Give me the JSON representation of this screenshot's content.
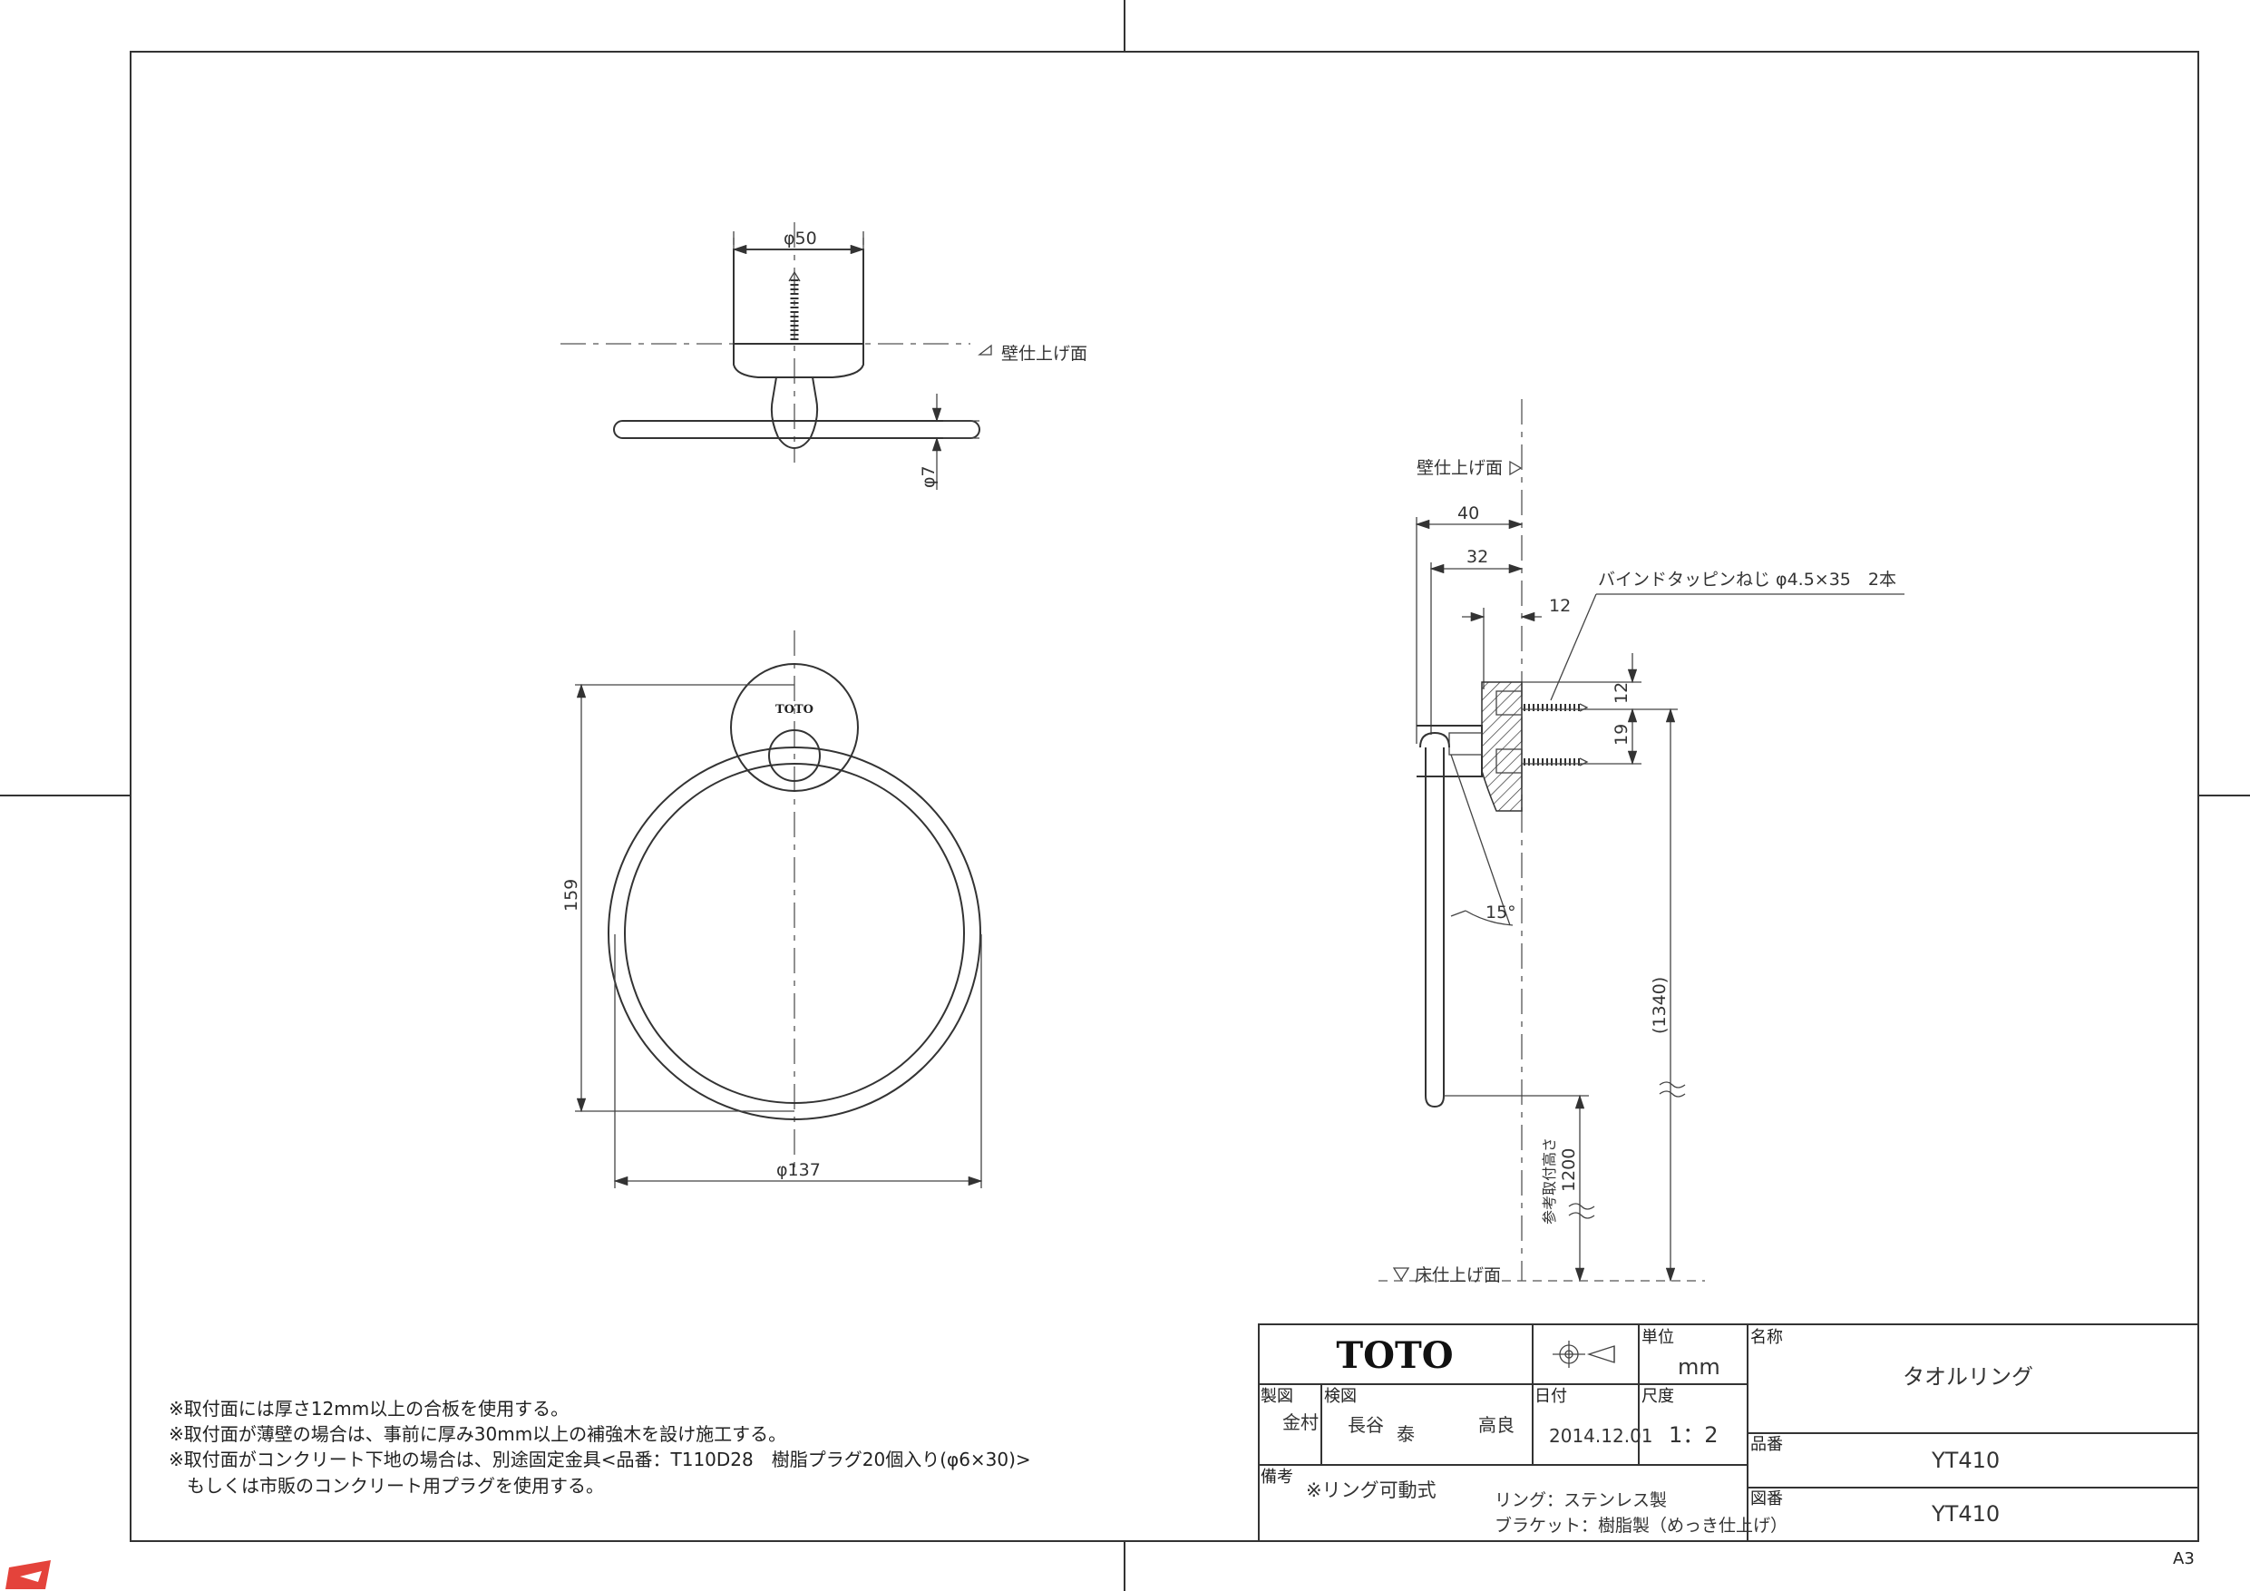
{
  "wall_label_top": "壁仕上げ面",
  "wall_label_side": "壁仕上げ面",
  "floor_label": "床仕上げ面",
  "dims": {
    "base_dia": "φ50",
    "bar_dia": "φ7",
    "ring_dia": "φ137",
    "height": "159",
    "depth_40": "40",
    "depth_32": "32",
    "d12_top": "12",
    "d12_side": "12",
    "d19": "19",
    "angle": "15°",
    "h1340": "(1340)",
    "h1200": "1200",
    "ref_height_label": "参考取付高さ"
  },
  "screw_callout": "バインドタッピンねじ φ4.5×35　2本",
  "logo_small": "TOTO",
  "notes": [
    "※取付面には厚さ12mm以上の合板を使用する。",
    "※取付面が薄壁の場合は、事前に厚み30mm以上の補強木を設け施工する。",
    "※取付面がコンクリート下地の場合は、別途固定金具<品番：T110D28　樹脂プラグ20個入り(φ6×30)>",
    "もしくは市販のコンクリート用プラグを使用する。"
  ],
  "title_block": {
    "logo": "TOTO",
    "unit_label": "単位",
    "unit_value": "mm",
    "name_label": "名称",
    "name_value": "タオルリング",
    "drafter_label": "製図",
    "drafter_value": "金村",
    "checker_label": "検図",
    "checker_values": [
      "長谷",
      "泰",
      "高良"
    ],
    "date_label": "日付",
    "date_value": "2014.12.01",
    "scale_label": "尺度",
    "scale_value": "1：2",
    "product_label": "品番",
    "product_value": "YT410",
    "remarks_label": "備考",
    "remarks_value": "※リング可動式",
    "material_ring": "リング：ステンレス製",
    "material_bracket": "ブラケット：樹脂製（めっき仕上げ）",
    "drawing_label": "図番",
    "drawing_value": "YT410"
  },
  "sheet_size": "A3"
}
